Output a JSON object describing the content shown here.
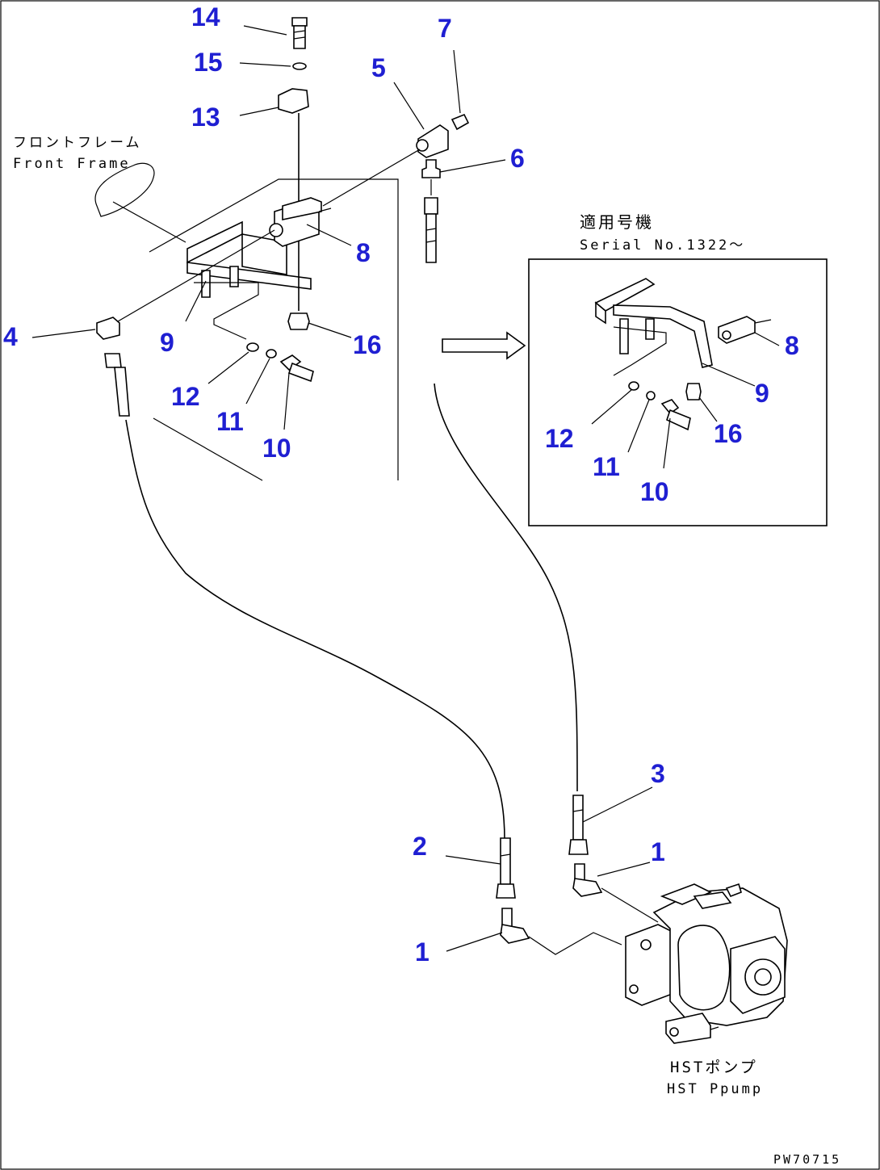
{
  "labels": {
    "front_frame_jp": "フロントフレーム",
    "front_frame_en": "Front Frame",
    "serial_jp": "適用号機",
    "serial_en": "Serial No.1322～",
    "hst_pump_jp": "HSTポンプ",
    "hst_pump_en": "HST Ppump",
    "drawing_code": "PW70715"
  },
  "callouts": {
    "c1a": "1",
    "c1b": "1",
    "c2": "2",
    "c3": "3",
    "c4": "4",
    "c5": "5",
    "c6": "6",
    "c7": "7",
    "c8": "8",
    "c9": "9",
    "c10": "10",
    "c11": "11",
    "c12": "12",
    "c13": "13",
    "c14": "14",
    "c15": "15",
    "c16": "16",
    "i8": "8",
    "i9": "9",
    "i10": "10",
    "i11": "11",
    "i12": "12",
    "i16": "16"
  },
  "colors": {
    "callout": "#1f1fd2",
    "line": "#000000",
    "background": "#ffffff"
  }
}
